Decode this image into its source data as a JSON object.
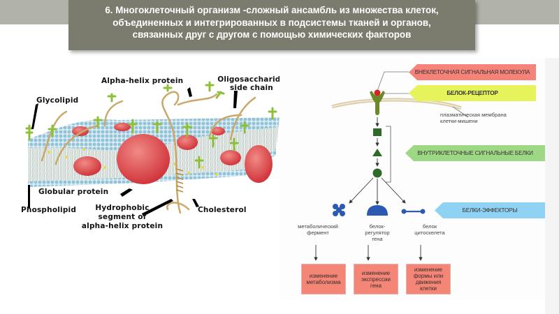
{
  "slide": {
    "title_lines": [
      "6. Многоклеточный организм -сложный ансамбль из множества клеток,",
      "объединенных и интегрированных в подсистемы тканей и органов,",
      "связанных друг с другом с помощью химических факторов"
    ]
  },
  "membrane_diagram": {
    "labels": {
      "alpha_helix": "Alpha-helix protein",
      "oligosaccharide_line1": "Oligosaccharide",
      "oligosaccharide_line2": "side chain",
      "glycolipid": "Glycolipid",
      "globular": "Globular protein",
      "phospholipid": "Phospholipid",
      "hydrophobic_line1": "Hydrophobic",
      "hydrophobic_line2": "segment of",
      "hydrophobic_line3": "alpha-helix protein",
      "cholesterol": "Cholesterol"
    },
    "colors": {
      "protein": "#e0454a",
      "head_blue": "#8cc4dc",
      "tail_yellow": "#e6d84a",
      "sugar_green": "#8fbf3a",
      "chain_tan": "#c9a86a"
    }
  },
  "signaling_diagram": {
    "tags": {
      "extracellular": "ВНЕКЛЕТОЧНАЯ СИГНАЛЬНАЯ МОЛЕКУЛА",
      "receptor": "БЕЛОК-РЕЦЕПТОР",
      "intracellular": "ВНУТРИКЛЕТОЧНЫЕ СИГНАЛЬНЫЕ БЕЛКИ",
      "effectors": "БЕЛКИ-ЭФФЕКТОРЫ"
    },
    "membrane_label_line1": "плазматическая мембрана",
    "membrane_label_line2": "клетки-мишени",
    "effectors": [
      {
        "line1": "метаболический",
        "line2": "фермент",
        "line3": ""
      },
      {
        "line1": "белок-",
        "line2": "регулятор",
        "line3": "гена"
      },
      {
        "line1": "белок",
        "line2": "цитоскелета",
        "line3": ""
      }
    ],
    "results": [
      {
        "line1": "изменение",
        "line2": "метаболизма",
        "line3": "",
        "line4": ""
      },
      {
        "line1": "изменение",
        "line2": "экспрессии",
        "line3": "гена",
        "line4": ""
      },
      {
        "line1": "изменение",
        "line2": "формы или",
        "line3": "движения",
        "line4": "клетки"
      }
    ],
    "colors": {
      "extracellular_tag": "#f6837a",
      "receptor_tag": "#e7f35a",
      "intracellular_tag": "#9fd884",
      "effectors_tag": "#8fd2f3",
      "signal_proteins": "#2f6a2a",
      "effector_proteins": "#2c59b3",
      "result_box": "#f48677"
    }
  }
}
